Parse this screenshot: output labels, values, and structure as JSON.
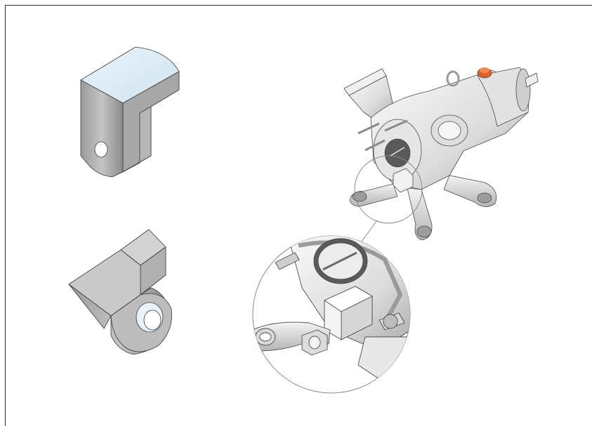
{
  "colors": {
    "face_light": "#dcecf6",
    "face_mid": "#b9b9b9",
    "face_dark": "#8d8d8d",
    "metal_light": "#f2f2f2",
    "metal_mid": "#d6d6d6",
    "metal_dark": "#9a9a9a",
    "cap_orange": "#e0622a",
    "outline": "#3a3a3a",
    "frame": "#2a2a2a"
  },
  "parts": [
    {
      "id": "bracket-a",
      "label": ""
    },
    {
      "id": "bracket-b",
      "label": ""
    },
    {
      "id": "pump-assembly",
      "label": ""
    },
    {
      "id": "detail-view",
      "label": ""
    }
  ]
}
